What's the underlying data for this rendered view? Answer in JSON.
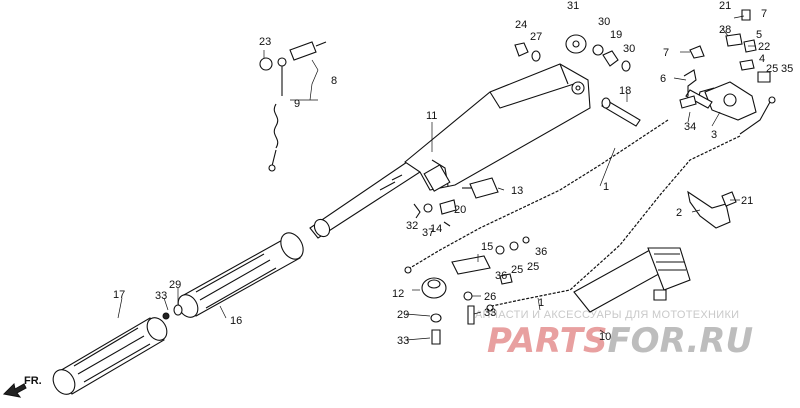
{
  "callouts": [
    {
      "id": "p1a",
      "label": "1"
    },
    {
      "id": "p1b",
      "label": "1"
    },
    {
      "id": "p2",
      "label": "2"
    },
    {
      "id": "p3",
      "label": "3"
    },
    {
      "id": "p4",
      "label": "4"
    },
    {
      "id": "p5",
      "label": "5"
    },
    {
      "id": "p6",
      "label": "6"
    },
    {
      "id": "p7a",
      "label": "7"
    },
    {
      "id": "p7b",
      "label": "7"
    },
    {
      "id": "p8",
      "label": "8"
    },
    {
      "id": "p9",
      "label": "9"
    },
    {
      "id": "p10",
      "label": "10"
    },
    {
      "id": "p11",
      "label": "11"
    },
    {
      "id": "p12",
      "label": "12"
    },
    {
      "id": "p13",
      "label": "13"
    },
    {
      "id": "p14",
      "label": "14"
    },
    {
      "id": "p15",
      "label": "15"
    },
    {
      "id": "p16",
      "label": "16"
    },
    {
      "id": "p17",
      "label": "17"
    },
    {
      "id": "p18",
      "label": "18"
    },
    {
      "id": "p19",
      "label": "19"
    },
    {
      "id": "p20",
      "label": "20"
    },
    {
      "id": "p21a",
      "label": "21"
    },
    {
      "id": "p21b",
      "label": "21"
    },
    {
      "id": "p22",
      "label": "22"
    },
    {
      "id": "p23",
      "label": "23"
    },
    {
      "id": "p24",
      "label": "24"
    },
    {
      "id": "p25a",
      "label": "25"
    },
    {
      "id": "p25b",
      "label": "25"
    },
    {
      "id": "p25c",
      "label": "25"
    },
    {
      "id": "p26",
      "label": "26"
    },
    {
      "id": "p27",
      "label": "27"
    },
    {
      "id": "p28",
      "label": "28"
    },
    {
      "id": "p29a",
      "label": "29"
    },
    {
      "id": "p29b",
      "label": "29"
    },
    {
      "id": "p30a",
      "label": "30"
    },
    {
      "id": "p30b",
      "label": "30"
    },
    {
      "id": "p31",
      "label": "31"
    },
    {
      "id": "p32",
      "label": "32"
    },
    {
      "id": "p33a",
      "label": "33"
    },
    {
      "id": "p33b",
      "label": "33"
    },
    {
      "id": "p33c",
      "label": "33"
    },
    {
      "id": "p34",
      "label": "34"
    },
    {
      "id": "p35",
      "label": "35"
    },
    {
      "id": "p36a",
      "label": "36"
    },
    {
      "id": "p36b",
      "label": "36"
    },
    {
      "id": "p37",
      "label": "37"
    }
  ],
  "direction": {
    "label": "FR."
  },
  "watermark": {
    "subtitle": "ЗАПЧАСТИ И АКСЕССУАРЫ ДЛЯ МОТОТЕХНИКИ",
    "brand_part1": "PARTS",
    "brand_part2": "FOR.RU",
    "color_red": "#e8a0a0",
    "color_gray": "#bdbdbd"
  }
}
